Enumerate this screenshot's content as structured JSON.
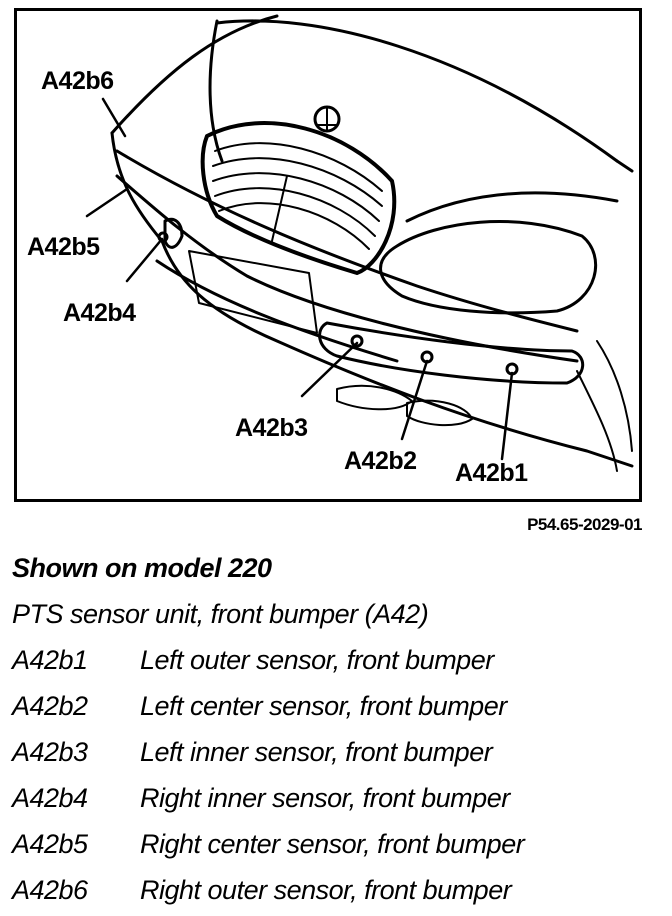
{
  "figure": {
    "figure_id": "P54.65-2029-01",
    "callouts": [
      {
        "id": "b6",
        "label": "A42b6"
      },
      {
        "id": "b5",
        "label": "A42b5"
      },
      {
        "id": "b4",
        "label": "A42b4"
      },
      {
        "id": "b3",
        "label": "A42b3"
      },
      {
        "id": "b2",
        "label": "A42b2"
      },
      {
        "id": "b1",
        "label": "A42b1"
      }
    ]
  },
  "legend": {
    "heading": "Shown on model 220",
    "subheading": "PTS sensor unit, front bumper (A42)",
    "items": [
      {
        "code": "A42b1",
        "description": "Left outer sensor, front bumper"
      },
      {
        "code": "A42b2",
        "description": "Left center sensor, front bumper"
      },
      {
        "code": "A42b3",
        "description": "Left inner sensor, front bumper"
      },
      {
        "code": "A42b4",
        "description": "Right inner sensor, front bumper"
      },
      {
        "code": "A42b5",
        "description": "Right center sensor, front bumper"
      },
      {
        "code": "A42b6",
        "description": "Right outer sensor, front bumper"
      }
    ]
  }
}
